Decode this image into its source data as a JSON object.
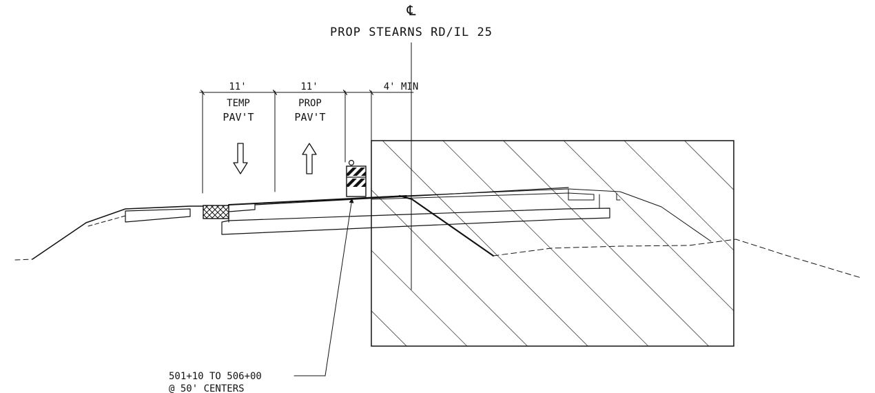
{
  "centerline": {
    "symbol": "℄",
    "label": "PROP STEARNS RD/IL 25"
  },
  "dimensions": {
    "temp_width": "11'",
    "prop_width": "11'",
    "offset": "4' MIN"
  },
  "lanes": {
    "temp_line1": "TEMP",
    "temp_line2": "PAV'T",
    "prop_line1": "PROP",
    "prop_line2": "PAV'T"
  },
  "callout": {
    "line1": "501+10 TO 506+00",
    "line2": "@ 50' CENTERS"
  }
}
